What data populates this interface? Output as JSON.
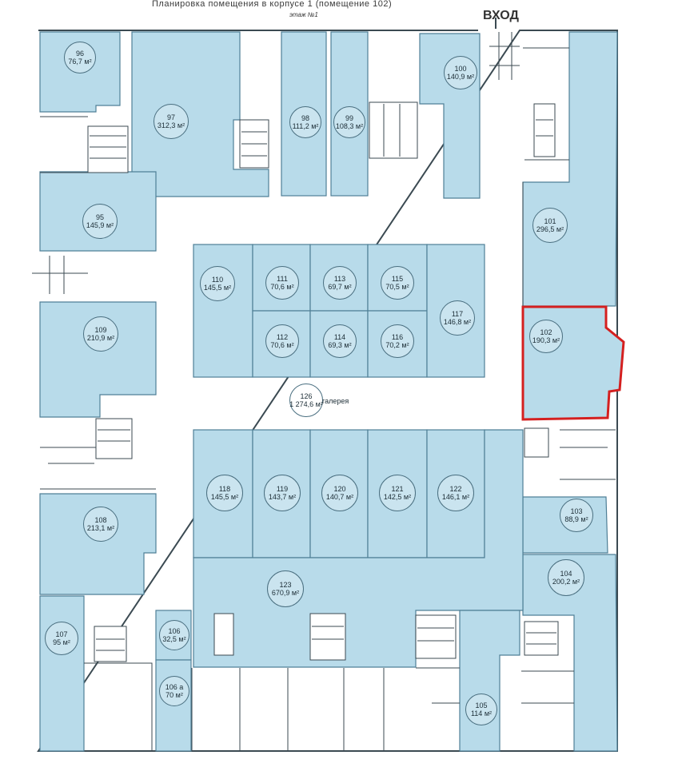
{
  "header": {
    "caption": "Планировка помещения в корпусе 1 (помещение 102)",
    "floor": "этаж №1",
    "entrance": "ВХОД"
  },
  "gallery_word": "галерея",
  "units": [
    {
      "num": "96",
      "area": "76,7 м²"
    },
    {
      "num": "97",
      "area": "312,3 м²"
    },
    {
      "num": "98",
      "area": "111,2 м²"
    },
    {
      "num": "99",
      "area": "108,3 м²"
    },
    {
      "num": "100",
      "area": "140,9 м²"
    },
    {
      "num": "95",
      "area": "145,9 м²"
    },
    {
      "num": "101",
      "area": "296,5 м²"
    },
    {
      "num": "110",
      "area": "145,5 м²"
    },
    {
      "num": "111",
      "area": "70,6 м²"
    },
    {
      "num": "113",
      "area": "69,7 м²"
    },
    {
      "num": "115",
      "area": "70,5 м²"
    },
    {
      "num": "117",
      "area": "146,8 м²"
    },
    {
      "num": "112",
      "area": "70,6 м²"
    },
    {
      "num": "114",
      "area": "69,3 м²"
    },
    {
      "num": "116",
      "area": "70,2 м²"
    },
    {
      "num": "102",
      "area": "190,3 м²"
    },
    {
      "num": "109",
      "area": "210,9 м²"
    },
    {
      "num": "126",
      "area": "1 274,6 м²"
    },
    {
      "num": "118",
      "area": "145,5 м²"
    },
    {
      "num": "119",
      "area": "143,7 м²"
    },
    {
      "num": "120",
      "area": "140,7 м²"
    },
    {
      "num": "121",
      "area": "142,5 м²"
    },
    {
      "num": "122",
      "area": "146,1 м²"
    },
    {
      "num": "108",
      "area": "213,1 м²"
    },
    {
      "num": "103",
      "area": "88,9 м²"
    },
    {
      "num": "123",
      "area": "670,9 м²"
    },
    {
      "num": "104",
      "area": "200,2 м²"
    },
    {
      "num": "107",
      "area": "95 м²"
    },
    {
      "num": "106",
      "area": "32,5 м²"
    },
    {
      "num": "106 а",
      "area": "70 м²"
    },
    {
      "num": "105",
      "area": "114 м²"
    }
  ],
  "colors": {
    "room_fill": "#b8dbea",
    "room_stroke": "#4f7f96",
    "wall": "#3b4a52",
    "highlight": "#d42020"
  }
}
